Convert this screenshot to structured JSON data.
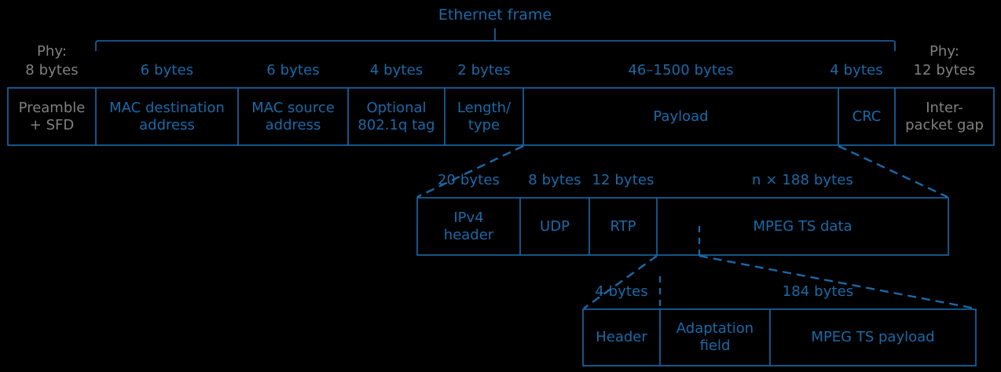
{
  "diagram": {
    "title": "Ethernet frame encapsulation of MPEG TS over RTP/UDP/IPv4",
    "accent_color": "#1a6aa8",
    "muted_color": "#808080",
    "background_color": "#000000",
    "bracket_label": "Ethernet frame"
  },
  "row1": {
    "name": "ethernet-frame-row",
    "fields": [
      {
        "size": "Phy:\n8 bytes",
        "size_line1": "Phy:",
        "size_line2": "8 bytes",
        "label_line1": "Preamble",
        "label_line2": "+ SFD",
        "muted": true
      },
      {
        "size_line1": "",
        "size_line2": "6 bytes",
        "label_line1": "MAC destination",
        "label_line2": "address",
        "muted": false
      },
      {
        "size_line1": "",
        "size_line2": "6 bytes",
        "label_line1": "MAC source",
        "label_line2": "address",
        "muted": false
      },
      {
        "size_line1": "",
        "size_line2": "4 bytes",
        "label_line1": "Optional",
        "label_line2": "802.1q tag",
        "muted": false
      },
      {
        "size_line1": "",
        "size_line2": "2 bytes",
        "label_line1": "Length/",
        "label_line2": "type",
        "muted": false
      },
      {
        "size_line1": "",
        "size_line2": "46–1500 bytes",
        "label_line1": "Payload",
        "label_line2": "",
        "muted": false
      },
      {
        "size_line1": "",
        "size_line2": "4 bytes",
        "label_line1": "CRC",
        "label_line2": "",
        "muted": false
      },
      {
        "size_line1": "Phy:",
        "size_line2": "12 bytes",
        "label_line1": "Inter-",
        "label_line2": "packet gap",
        "muted": true
      }
    ]
  },
  "row2": {
    "name": "payload-detail-row",
    "fields": [
      {
        "size": "20 bytes",
        "label_line1": "IPv4",
        "label_line2": "header"
      },
      {
        "size": "8 bytes",
        "label_line1": "UDP",
        "label_line2": ""
      },
      {
        "size": "12 bytes",
        "label_line1": "RTP",
        "label_line2": ""
      },
      {
        "size": "n × 188 bytes",
        "label_line1": "MPEG TS data",
        "label_line2": ""
      }
    ]
  },
  "row3": {
    "name": "mpeg-ts-packet-row",
    "fields": [
      {
        "size": "4 bytes",
        "label_line1": "Header",
        "label_line2": ""
      },
      {
        "size": "",
        "label_line1": "Adaptation",
        "label_line2": "field"
      },
      {
        "size": "184 bytes",
        "label_line1": "MPEG TS payload",
        "label_line2": ""
      }
    ]
  }
}
